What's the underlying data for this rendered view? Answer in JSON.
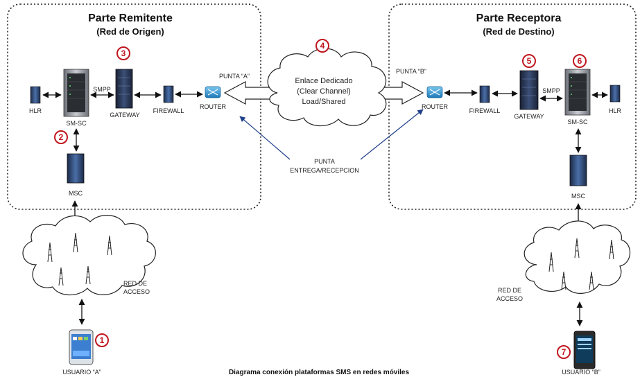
{
  "sender": {
    "title": "Parte Remitente",
    "subtitle": "(Red de Origen)",
    "hlr": "HLR",
    "smsc": "SM-SC",
    "smpp": "SMPP",
    "gateway": "GATEWAY",
    "firewall": "FIREWALL",
    "router": "ROUTER",
    "msc": "MSC",
    "access_network": [
      "RED DE",
      "ACCESO"
    ],
    "user": "USUARIO “A”",
    "point": "PUNTA “A”"
  },
  "receiver": {
    "title": "Parte Receptora",
    "subtitle": "(Red de Destino)",
    "hlr": "HLR",
    "smsc": "SM-SC",
    "smpp": "SMPP",
    "gateway": "GATEWAY",
    "firewall": "FIREWALL",
    "router": "ROUTER",
    "msc": "MSC",
    "access_network": [
      "RED DE",
      "ACCESO"
    ],
    "user": "USUARIO “B”",
    "point": "PUNTA “B”"
  },
  "link": {
    "lines": [
      "Enlace Dedicado",
      "(Clear Channel)",
      "Load/Shared"
    ],
    "handoff": [
      "PUNTA",
      "ENTREGA/RECEPCION"
    ]
  },
  "markers": [
    "1",
    "2",
    "3",
    "4",
    "5",
    "6",
    "7"
  ],
  "caption": "Diagrama conexión plataformas SMS en redes móviles",
  "colors": {
    "marker": "#c0161e",
    "server": "#2a3a5c",
    "server_light": "#4a6fa8",
    "router": "#3aa0d8",
    "blue_arrow": "#1f3f8a"
  },
  "icons": {
    "hlr": "server-icon",
    "smsc": "rack-server-icon",
    "gateway": "rack-server-icon",
    "firewall": "firewall-icon",
    "router": "router-icon",
    "msc": "server-icon",
    "tower": "cell-tower-icon",
    "phone": "smartphone-icon"
  }
}
